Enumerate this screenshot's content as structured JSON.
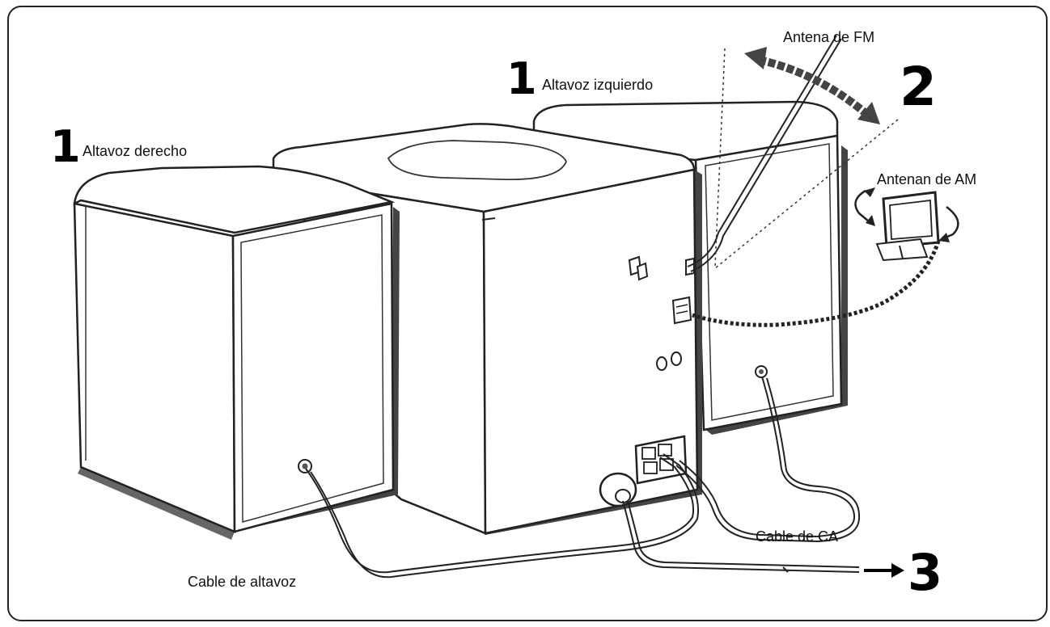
{
  "diagram": {
    "labels": {
      "right_speaker": "Altavoz derecho",
      "left_speaker": "Altavoz izquierdo",
      "fm_antenna": "Antena de FM",
      "am_antenna": "Antenan de AM",
      "speaker_cable": "Cable de altavoz",
      "ac_cable": "Cable de CA"
    },
    "steps": {
      "right_speaker": "1",
      "left_speaker": "1",
      "antennas": "2",
      "ac_cable": "3"
    }
  }
}
